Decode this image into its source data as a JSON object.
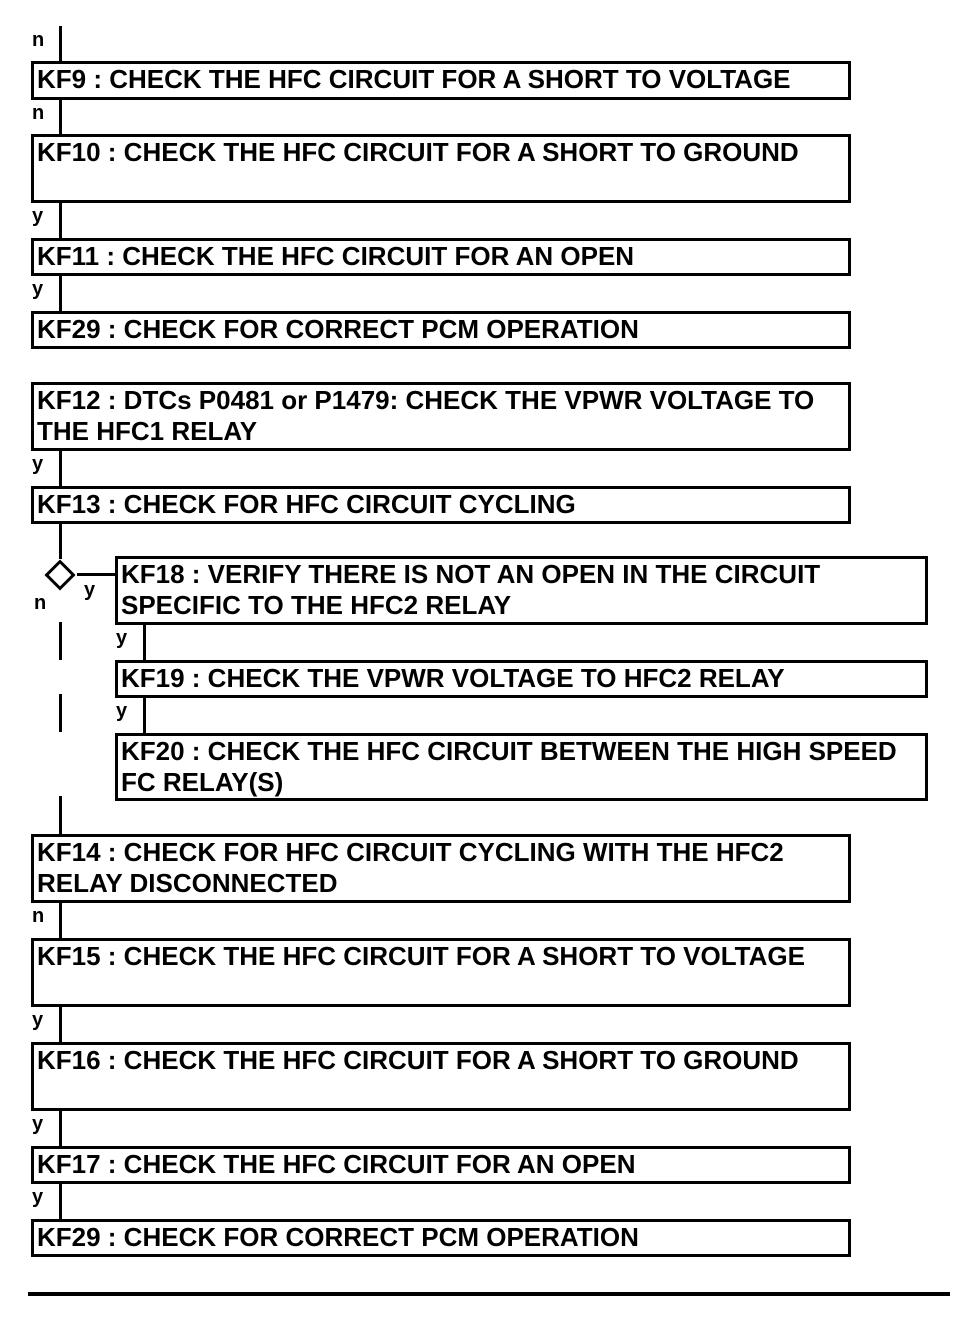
{
  "steps": {
    "kf9": "KF9 : CHECK THE HFC CIRCUIT FOR A SHORT TO VOLTAGE",
    "kf10": "KF10 : CHECK THE HFC CIRCUIT FOR A SHORT TO GROUND",
    "kf11": "KF11 : CHECK THE HFC CIRCUIT FOR AN OPEN",
    "kf29a": "KF29 : CHECK FOR CORRECT PCM OPERATION",
    "kf12": "KF12 : DTCs P0481 or P1479: CHECK THE VPWR VOLTAGE TO THE HFC1 RELAY",
    "kf13": "KF13 : CHECK FOR HFC CIRCUIT CYCLING",
    "kf18": "KF18 : VERIFY THERE IS NOT AN OPEN IN THE CIRCUIT SPECIFIC TO THE HFC2 RELAY",
    "kf19": "KF19 : CHECK THE VPWR VOLTAGE TO HFC2 RELAY",
    "kf20": "KF20 : CHECK THE HFC CIRCUIT BETWEEN THE HIGH SPEED FC RELAY(S)",
    "kf14": "KF14 : CHECK FOR HFC CIRCUIT CYCLING WITH THE HFC2 RELAY DISCONNECTED",
    "kf15": "KF15 : CHECK THE HFC CIRCUIT FOR A SHORT TO VOLTAGE",
    "kf16": "KF16 : CHECK THE HFC CIRCUIT FOR A SHORT TO GROUND",
    "kf17": "KF17 : CHECK THE HFC CIRCUIT FOR AN OPEN",
    "kf29b": "KF29 : CHECK FOR CORRECT PCM OPERATION"
  },
  "labels": {
    "top_n": "n",
    "kf9_n": "n",
    "kf10_y": "y",
    "kf11_y": "y",
    "kf12_y": "y",
    "decision_y": "y",
    "decision_n": "n",
    "kf18_y": "y",
    "kf19_y": "y",
    "kf14_n": "n",
    "kf15_y": "y",
    "kf16_y": "y",
    "kf17_y": "y"
  }
}
